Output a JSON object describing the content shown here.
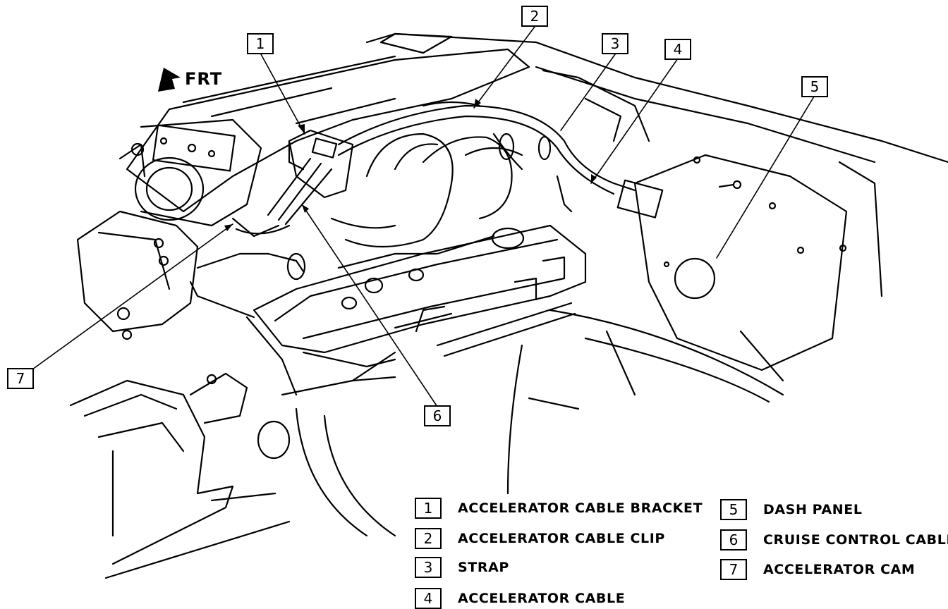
{
  "direction_label": "FRT",
  "callouts": [
    {
      "num": "1"
    },
    {
      "num": "2"
    },
    {
      "num": "3"
    },
    {
      "num": "4"
    },
    {
      "num": "5"
    },
    {
      "num": "6"
    },
    {
      "num": "7"
    }
  ],
  "legend": [
    {
      "num": "1",
      "label": "ACCELERATOR CABLE BRACKET"
    },
    {
      "num": "2",
      "label": "ACCELERATOR CABLE CLIP"
    },
    {
      "num": "3",
      "label": "STRAP"
    },
    {
      "num": "4",
      "label": "ACCELERATOR CABLE"
    },
    {
      "num": "5",
      "label": "DASH PANEL"
    },
    {
      "num": "6",
      "label": "CRUISE CONTROL CABLE"
    },
    {
      "num": "7",
      "label": "ACCELERATOR CAM"
    }
  ]
}
